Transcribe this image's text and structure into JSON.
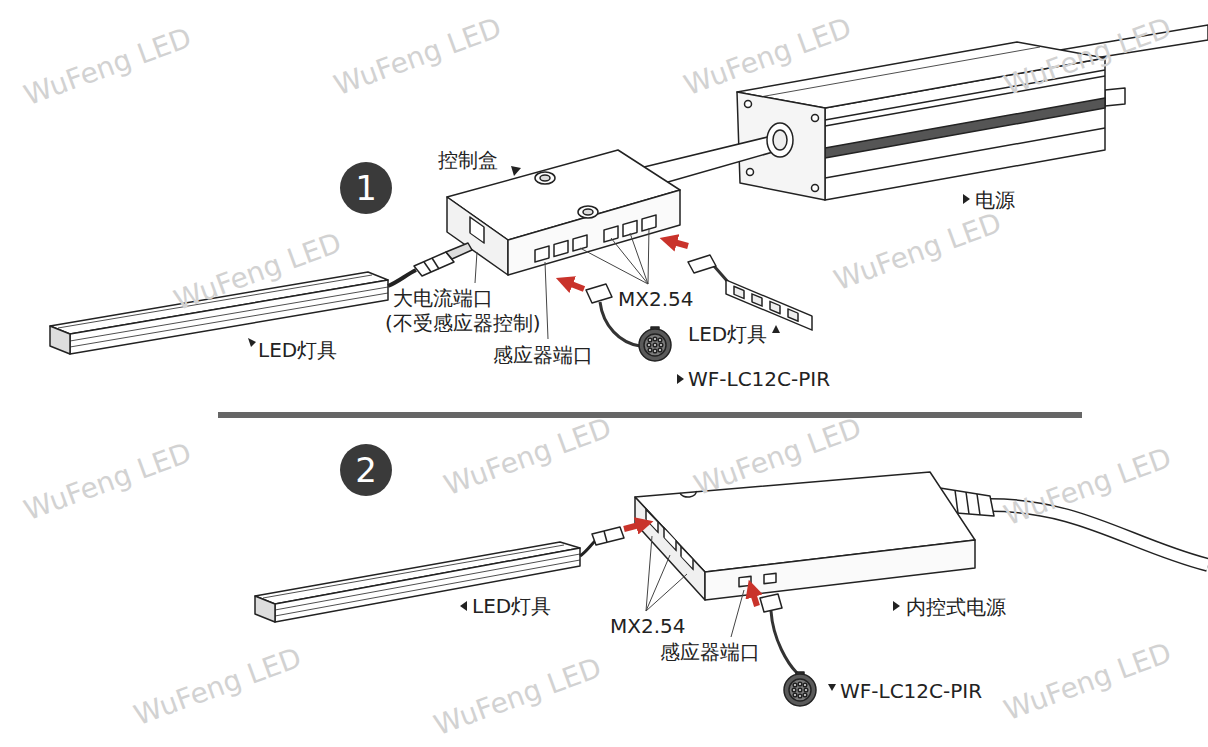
{
  "diagram": {
    "nodes": [
      {
        "text": [
          "1"
        ]
      },
      {
        "text": [
          "2"
        ]
      }
    ],
    "labels": [
      "控制盒",
      "电源",
      "大电流端口",
      "(不受感应器控制)",
      "LED灯具",
      "感应器端口",
      "MX2.54",
      "LED灯具",
      "WF-LC12C-PIR",
      "LED灯具",
      "MX2.54",
      "感应器端口",
      "内控式电源",
      "WF-LC12C-PIR",
      "WuFeng LED",
      "WuFeng LED",
      "WuFeng LED",
      "WuFeng LED",
      "WuFeng LED",
      "WuFeng LED",
      "WuFeng LED",
      "WuFeng LED",
      "WuFeng LED",
      "WuFeng LED",
      "WuFeng LED",
      "WuFeng LED",
      "WuFeng LED"
    ]
  }
}
